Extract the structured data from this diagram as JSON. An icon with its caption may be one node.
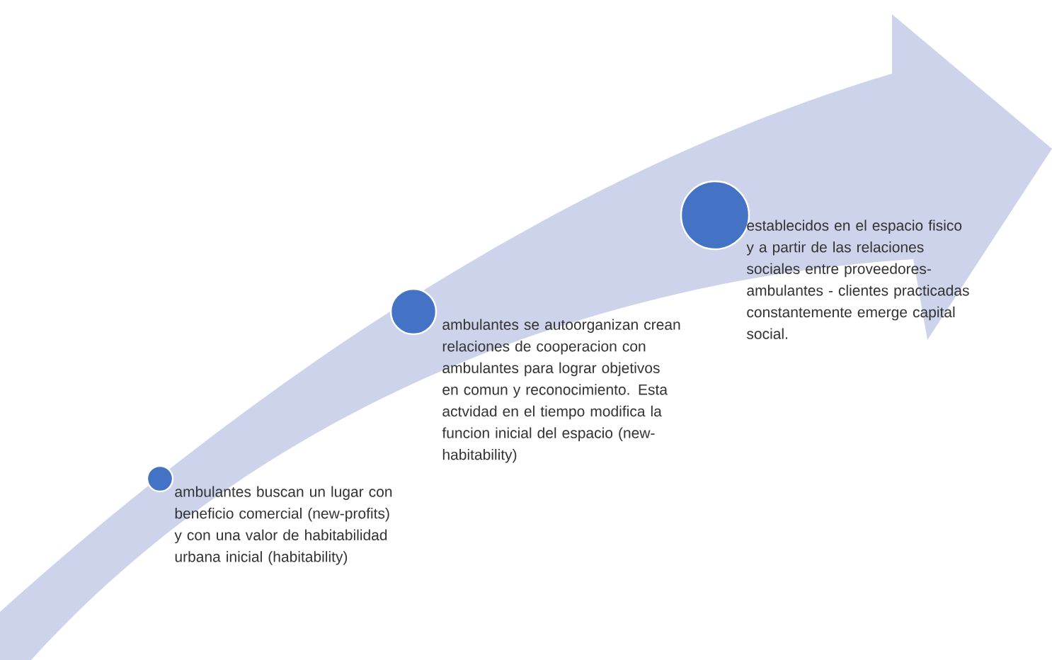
{
  "diagram": {
    "nodes": [
      {
        "text": [],
        "shape": "circle",
        "beside": [
          "ambulantes buscan un lugar con beneficio comercial (new-profits) y con una valor de habitabilidad urbana inicial (habitability)"
        ]
      },
      {
        "text": [],
        "shape": "circle",
        "beside": [
          "ambulantes se autoorganizan crean relaciones de cooperacion con ambulantes para lograr objetivos en comun y reconocimiento. Esta actvidad en el tiempo modifica la funcion inicial del espacio (new-habitability)"
        ]
      },
      {
        "text": [],
        "shape": "circle",
        "beside": [
          "establecidos en el espacio fisico y a partir de las relaciones sociales entre proveedores-ambulantes - clientes practicadas constantemente emerge capital social."
        ]
      }
    ]
  }
}
